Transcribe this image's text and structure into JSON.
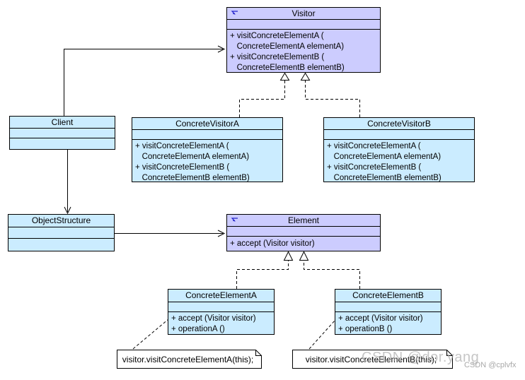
{
  "classes": {
    "visitor": {
      "name": "Visitor",
      "stereotype_icon": "interface-icon",
      "attributes": [],
      "operations": [
        "+ visitConcreteElementA (",
        "   ConcreteElementA elementA)",
        "+ visitConcreteElementB (",
        "   ConcreteElementB elementB)"
      ]
    },
    "client": {
      "name": "Client",
      "attributes": [],
      "operations": []
    },
    "concreteVisitorA": {
      "name": "ConcreteVisitorA",
      "attributes": [],
      "operations": [
        "+ visitConcreteElementA (",
        "   ConcreteElementA elementA)",
        "+ visitConcreteElementB (",
        "   ConcreteElementB elementB)"
      ]
    },
    "concreteVisitorB": {
      "name": "ConcreteVisitorB",
      "attributes": [],
      "operations": [
        "+ visitConcreteElementA (",
        "   ConcreteElementA elementA)",
        "+ visitConcreteElementB (",
        "   ConcreteElementB elementB)"
      ]
    },
    "objectStructure": {
      "name": "ObjectStructure",
      "attributes": [],
      "operations": []
    },
    "element": {
      "name": "Element",
      "stereotype_icon": "interface-icon",
      "attributes": [],
      "operations": [
        "+ accept (Visitor visitor)"
      ]
    },
    "concreteElementA": {
      "name": "ConcreteElementA",
      "attributes": [],
      "operations": [
        "+ accept (Visitor visitor)",
        "+ operationA ()"
      ]
    },
    "concreteElementB": {
      "name": "ConcreteElementB",
      "attributes": [],
      "operations": [
        "+ accept (Visitor visitor)",
        "+ operationB ()"
      ]
    }
  },
  "notes": {
    "noteA": "visitor.visitConcreteElementA(this);",
    "noteB": "visitor.visitConcreteElementB(this);"
  },
  "watermarks": {
    "large": "CSDN @dor.yang",
    "small": "CSDN @cplvfx"
  },
  "colors": {
    "class_fill": "#cbecff",
    "interface_fill": "#ccccfe",
    "border": "#000000",
    "icon_blue": "#2222cc",
    "watermark_gray": "#a9a9a9"
  }
}
